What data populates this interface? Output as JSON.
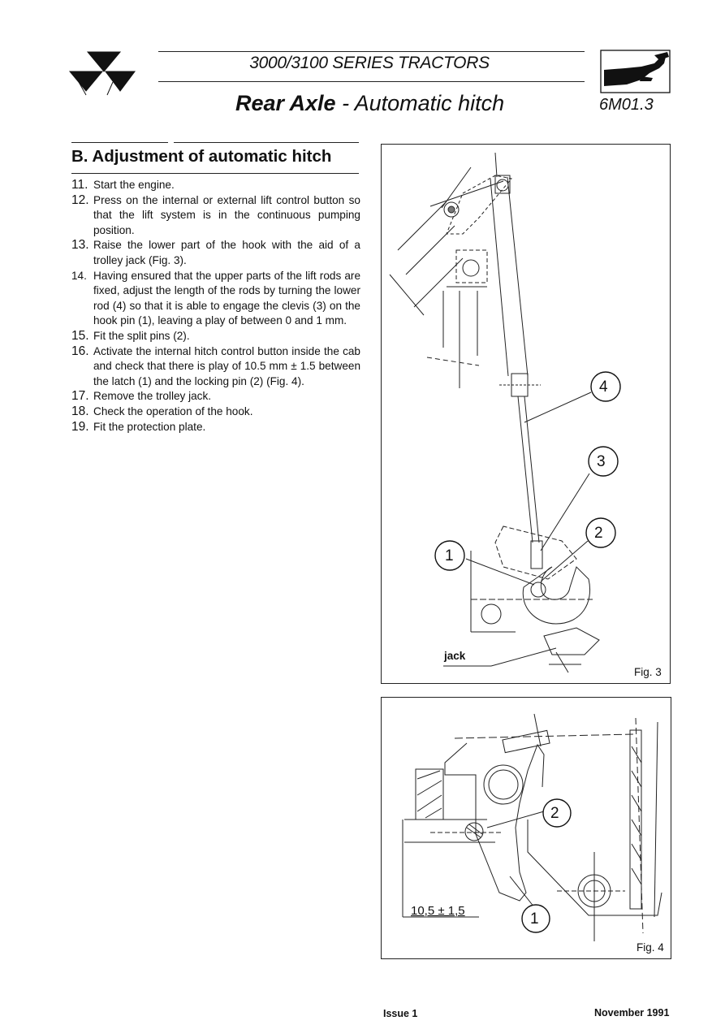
{
  "header": {
    "series": "3000/3100 SERIES TRACTORS",
    "section_bold": "Rear Axle",
    "section_rest": " - Automatic hitch",
    "page_code": "6M01.3"
  },
  "content": {
    "title": "B. Adjustment of automatic hitch",
    "steps": [
      {
        "num": "11.",
        "text": "Start the engine."
      },
      {
        "num": "12.",
        "text": "Press on the internal or external lift control button so that the lift system is in the continuous pumping position."
      },
      {
        "num": "13.",
        "text": "Raise the lower part of the hook with the aid of a trolley jack (Fig. 3)."
      },
      {
        "num": "14.",
        "text": "Having ensured that the upper parts of the lift rods are fixed, adjust the length of the rods by turning the lower rod (4) so that it is able to engage the clevis (3) on the hook pin (1), leaving a play of between 0 and 1 mm."
      },
      {
        "num": "15.",
        "text": "Fit the split pins (2)."
      },
      {
        "num": "16.",
        "text": "Activate the internal hitch control button inside the cab and check that there is play of 10.5 mm ± 1.5 between the latch (1) and the locking pin (2) (Fig. 4)."
      },
      {
        "num": "17.",
        "text": "Remove the trolley jack."
      },
      {
        "num": "18.",
        "text": "Check the operation of the hook."
      },
      {
        "num": "19.",
        "text": "Fit the protection plate."
      }
    ]
  },
  "figures": {
    "fig3": {
      "caption": "Fig. 3",
      "callouts": [
        "4",
        "3",
        "2",
        "1"
      ],
      "jack_label": "jack"
    },
    "fig4": {
      "caption": "Fig. 4",
      "callouts": [
        "2",
        "1"
      ],
      "dimension_label": "10,5 ± 1,5"
    }
  },
  "footer": {
    "issue": "Issue 1",
    "date": "November 1991"
  },
  "icons": {
    "brand_logo": "massey-ferguson-triple-triangle-logo",
    "section_icon": "wrench-hand-icon"
  }
}
